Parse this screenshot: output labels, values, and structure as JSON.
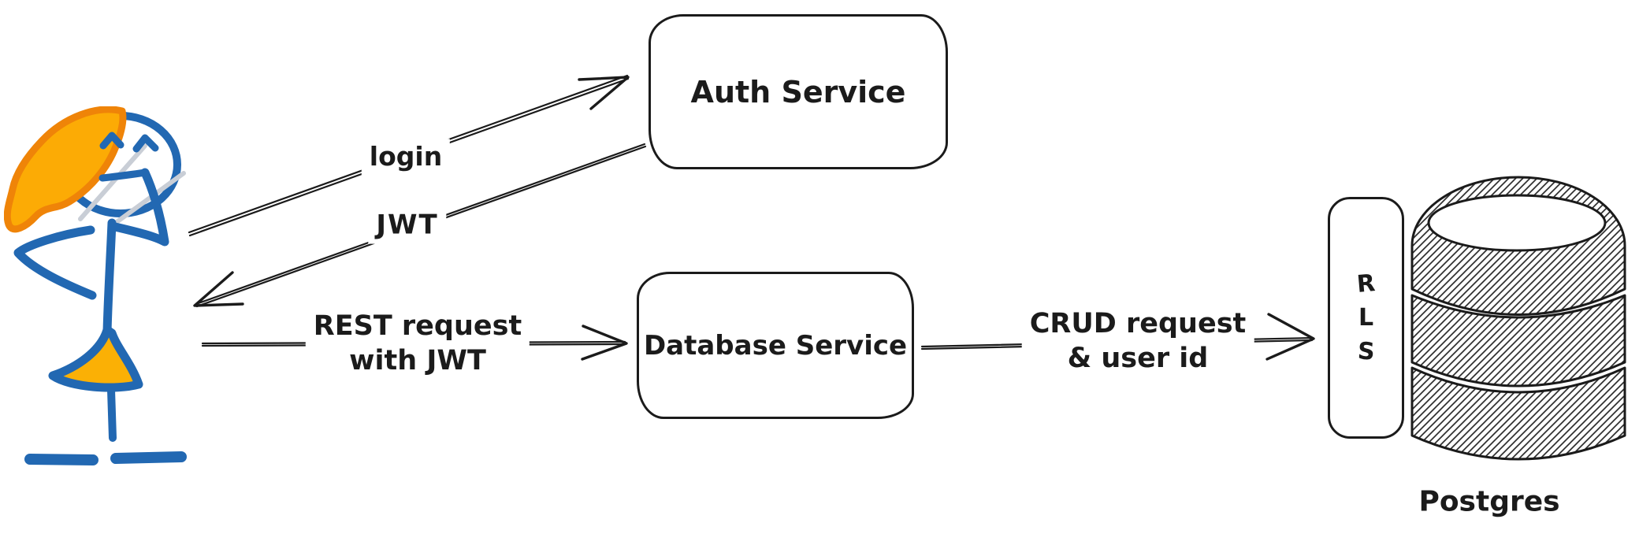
{
  "colors": {
    "ink": "#1b1b1b",
    "blue": "#2268b2",
    "orange": "#ef8408",
    "amber": "#fcab05",
    "amber-dress": "#fbb005",
    "gray": "#c9ced6"
  },
  "nodes": {
    "auth": {
      "label": "Auth Service"
    },
    "database": {
      "label": "Database Service"
    },
    "rls": {
      "letters": [
        "R",
        "L",
        "S"
      ]
    },
    "postgres": {
      "label": "Postgres"
    }
  },
  "edges": {
    "login": {
      "from": "user",
      "to": "Auth Service",
      "label": "login"
    },
    "jwt": {
      "from": "Auth Service",
      "to": "user",
      "label": "JWT"
    },
    "rest": {
      "from": "user",
      "to": "Database Service",
      "line1": "REST request",
      "line2": "with JWT"
    },
    "crud": {
      "from": "Database Service",
      "to": "RLS",
      "line1": "CRUD request",
      "line2": "& user id"
    }
  }
}
